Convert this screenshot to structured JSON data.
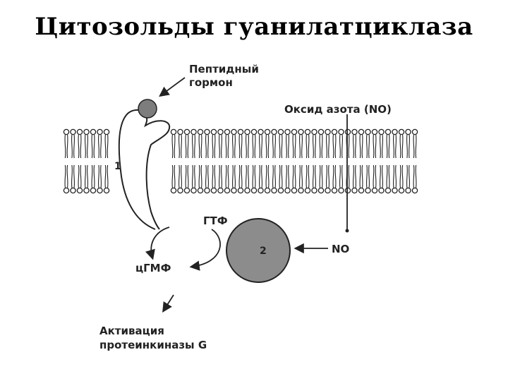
{
  "title": "Цитозольды гуанилатциклаза",
  "labels": {
    "peptide_hormone_line1": "Пептидный",
    "peptide_hormone_line2": "гормон",
    "nitric_oxide": "Оксид азота (NO)",
    "receptor_number": "1",
    "gtp": "ГТФ",
    "enzyme_number": "2",
    "no": "NO",
    "cgmp": "цГМФ",
    "activation_line1": "Активация",
    "activation_line2": "протеинкиназы G"
  },
  "colors": {
    "ink": "#222222",
    "enzyme_fill": "#8c8c8c",
    "hormone_fill": "#7d7d7d"
  }
}
